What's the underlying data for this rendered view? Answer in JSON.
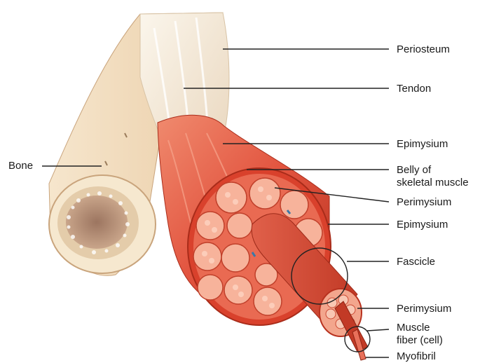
{
  "diagram": {
    "labels": {
      "bone": "Bone",
      "periosteum": "Periosteum",
      "tendon": "Tendon",
      "epimysium_top": "Epimysium",
      "belly_line1": "Belly of",
      "belly_line2": "skeletal muscle",
      "perimysium_top": "Perimysium",
      "epimysium_mid": "Epimysium",
      "fascicle": "Fascicle",
      "perimysium_bottom": "Perimysium",
      "muscle_fiber_line1": "Muscle",
      "muscle_fiber_line2": "fiber (cell)",
      "myofibril": "Myofibril"
    },
    "colors": {
      "bone": "#f1dcc0",
      "bone_shadow": "#d9bc98",
      "marrow": "#a8826a",
      "tendon": "#f3ead9",
      "muscle": "#e2543f",
      "muscle_dark": "#b8321f",
      "muscle_light": "#f08a6e",
      "fascicle_fill": "#f4a58c",
      "line": "#222222"
    }
  }
}
